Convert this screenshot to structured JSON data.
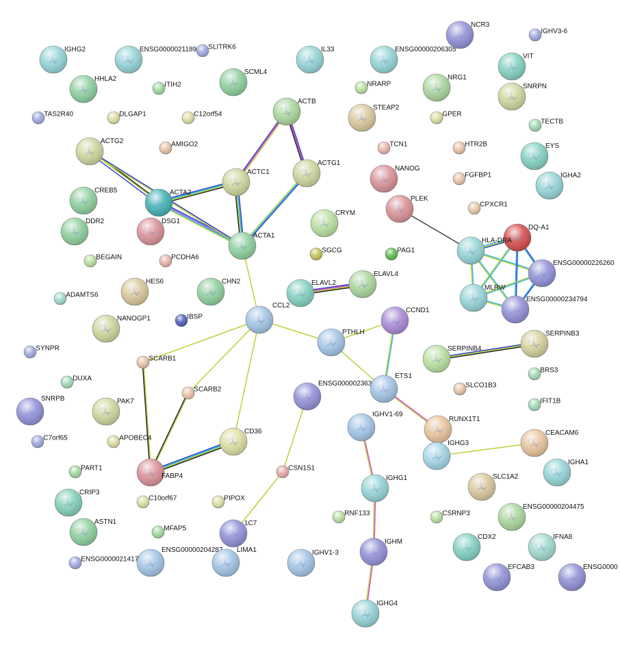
{
  "nodes": [
    {
      "id": "IGHG2",
      "color": "#92d3d6"
    },
    {
      "id": "ENSG00000211894",
      "color": "#92d3d6"
    },
    {
      "id": "SLITRK6",
      "color": "#9ea7e0"
    },
    {
      "id": "IL33",
      "color": "#92d3d6"
    },
    {
      "id": "ENSG00000206305",
      "color": "#92d3d6"
    },
    {
      "id": "NCR3",
      "color": "#8d8ed6"
    },
    {
      "id": "IGHV3-6",
      "color": "#9ea7e0"
    },
    {
      "id": "VIT",
      "color": "#7fd0c0"
    },
    {
      "id": "HHLA2",
      "color": "#8ccf9c"
    },
    {
      "id": "ITIH2",
      "color": "#9fd99c"
    },
    {
      "id": "SCML4",
      "color": "#8ccf9c"
    },
    {
      "id": "NRARP",
      "color": "#b9e0a0"
    },
    {
      "id": "NRG1",
      "color": "#a9d69c"
    },
    {
      "id": "SNRPN",
      "color": "#cdd59a"
    },
    {
      "id": "TAS2R40",
      "color": "#9ea7e0"
    },
    {
      "id": "DLGAP1",
      "color": "#dcdda0"
    },
    {
      "id": "C12orf54",
      "color": "#dcdda0"
    },
    {
      "id": "ACTB",
      "color": "#a9d69c"
    },
    {
      "id": "STEAP2",
      "color": "#d8c79a"
    },
    {
      "id": "GPER",
      "color": "#dcdda0"
    },
    {
      "id": "TECTB",
      "color": "#9fd9b6"
    },
    {
      "id": "ACTG2",
      "color": "#cdd59a"
    },
    {
      "id": "AMIGO2",
      "color": "#e8c2a6"
    },
    {
      "id": "TCN1",
      "color": "#e8b3a6"
    },
    {
      "id": "HTR2B",
      "color": "#e8c2a6"
    },
    {
      "id": "EYS",
      "color": "#7fd0c0"
    },
    {
      "id": "ACTC1",
      "color": "#cdd59a"
    },
    {
      "id": "ACTG1",
      "color": "#cdd59a"
    },
    {
      "id": "NANOG",
      "color": "#d98f94"
    },
    {
      "id": "FGFBP1",
      "color": "#e8c2a6"
    },
    {
      "id": "IGHA2",
      "color": "#92d3d6"
    },
    {
      "id": "CREB5",
      "color": "#8ccf9c"
    },
    {
      "id": "ACTA2",
      "color": "#3eb0b3"
    },
    {
      "id": "PLEK",
      "color": "#d98f94"
    },
    {
      "id": "CPXCR1",
      "color": "#e8c9a0"
    },
    {
      "id": "DDR2",
      "color": "#8ccf9c"
    },
    {
      "id": "DSG1",
      "color": "#d98f94"
    },
    {
      "id": "CRYM",
      "color": "#b9e0a0"
    },
    {
      "id": "DQ-A1",
      "color": "#d44848"
    },
    {
      "id": "HLA-DRA",
      "color": "#92d3d6"
    },
    {
      "id": "ACTA1",
      "color": "#8ccf9c"
    },
    {
      "id": "BEGAIN",
      "color": "#b9e0a0"
    },
    {
      "id": "PCDHA6",
      "color": "#e8b3a6"
    },
    {
      "id": "SGCG",
      "color": "#c7c05a"
    },
    {
      "id": "PAG1",
      "color": "#5ab84a"
    },
    {
      "id": "ENSG00000226260",
      "color": "#8d8ed6"
    },
    {
      "id": "ELAVL4",
      "color": "#a9d69c"
    },
    {
      "id": "HES6",
      "color": "#d8c79a"
    },
    {
      "id": "ELAVL2",
      "color": "#7fd0c0"
    },
    {
      "id": "MLRW",
      "color": "#92d3d6"
    },
    {
      "id": "ADAMTS6",
      "color": "#9fd9cc"
    },
    {
      "id": "CHN2",
      "color": "#8ccf9c"
    },
    {
      "id": "ENSG00000234794",
      "color": "#8d8ed6"
    },
    {
      "id": "CCL2",
      "color": "#a0c4e6"
    },
    {
      "id": "CCND1",
      "color": "#a888d6"
    },
    {
      "id": "IBSP",
      "color": "#4a5ab8"
    },
    {
      "id": "NANOGP1",
      "color": "#cdd59a"
    },
    {
      "id": "PTHLH",
      "color": "#a0c4e6"
    },
    {
      "id": "SERPINB3",
      "color": "#d4cf9a"
    },
    {
      "id": "SYNPR",
      "color": "#9ea7e0"
    },
    {
      "id": "SERPINB4",
      "color": "#b9e0a0"
    },
    {
      "id": "SCARB1",
      "color": "#e8c2a6"
    },
    {
      "id": "ENSG00000236315",
      "color": "#8d8ed6"
    },
    {
      "id": "ETS1",
      "color": "#a0c4e6"
    },
    {
      "id": "BRS3",
      "color": "#9fd9b6"
    },
    {
      "id": "DUXA",
      "color": "#9fd9b6"
    },
    {
      "id": "SCARB2",
      "color": "#e8c2a6"
    },
    {
      "id": "SLCO1B3",
      "color": "#e8c2a6"
    },
    {
      "id": "SNRPB",
      "color": "#8d8ed6"
    },
    {
      "id": "PAK7",
      "color": "#cdd59a"
    },
    {
      "id": "IFIT1B",
      "color": "#9fd9b6"
    },
    {
      "id": "C7orf65",
      "color": "#9ea7e0"
    },
    {
      "id": "IGHV1-69",
      "color": "#a0c4e6"
    },
    {
      "id": "RUNX1T1",
      "color": "#e8c29a"
    },
    {
      "id": "APOBEC4",
      "color": "#dcdda0"
    },
    {
      "id": "CD36",
      "color": "#dcdda0"
    },
    {
      "id": "CEACAM6",
      "color": "#e8c29a"
    },
    {
      "id": "FABP4",
      "color": "#d98f94"
    },
    {
      "id": "IGHG3",
      "color": "#a0d4e6"
    },
    {
      "id": "PART1",
      "color": "#9fd99c"
    },
    {
      "id": "CSN1S1",
      "color": "#e8a6a6"
    },
    {
      "id": "IGHA1",
      "color": "#92d3d6"
    },
    {
      "id": "SLC1A2",
      "color": "#d8c79a"
    },
    {
      "id": "C10orf67",
      "color": "#dcdda0"
    },
    {
      "id": "CRIP3",
      "color": "#7fd0b6"
    },
    {
      "id": "IGHG1",
      "color": "#92d3d6"
    },
    {
      "id": "PIPOX",
      "color": "#dcdda0"
    },
    {
      "id": "ENSG00000204475",
      "color": "#a9d69c"
    },
    {
      "id": "RNF133",
      "color": "#b9e0a0"
    },
    {
      "id": "CSRNP3",
      "color": "#b9e0a0"
    },
    {
      "id": "ASTN1",
      "color": "#8ccf9c"
    },
    {
      "id": "1C7",
      "color": "#8d8ed6"
    },
    {
      "id": "MFAP5",
      "color": "#9fd99c"
    },
    {
      "id": "CDX2",
      "color": "#7fd0c0"
    },
    {
      "id": "IGHM",
      "color": "#8d8ed6"
    },
    {
      "id": "IFNA8",
      "color": "#9fd9cc"
    },
    {
      "id": "ENSG00000214173",
      "color": "#9ea7e0"
    },
    {
      "id": "ENSG00000204287",
      "color": "#a0c4e6"
    },
    {
      "id": "LIMA1",
      "color": "#a0c4e6"
    },
    {
      "id": "IGHV1-3",
      "color": "#a0c4e6"
    },
    {
      "id": "EFCAB3",
      "color": "#8d8ed6"
    },
    {
      "id": "ENSG0000",
      "color": "#8d8ed6"
    },
    {
      "id": "IGHG4",
      "color": "#92d3d6"
    }
  ],
  "edges": [
    {
      "source": "ACTA2",
      "target": "ACTG2"
    },
    {
      "source": "ACTA2",
      "target": "ACTC1"
    },
    {
      "source": "ACTA2",
      "target": "ACTA1"
    },
    {
      "source": "ACTC1",
      "target": "ACTB"
    },
    {
      "source": "ACTC1",
      "target": "ACTA1"
    },
    {
      "source": "ACTB",
      "target": "ACTG1"
    },
    {
      "source": "ACTG1",
      "target": "ACTA1"
    },
    {
      "source": "ACTG2",
      "target": "ACTA1"
    },
    {
      "source": "ACTA1",
      "target": "CCL2"
    },
    {
      "source": "CCL2",
      "target": "SCARB1"
    },
    {
      "source": "CCL2",
      "target": "SCARB2"
    },
    {
      "source": "CCL2",
      "target": "CD36"
    },
    {
      "source": "CCL2",
      "target": "PTHLH"
    },
    {
      "source": "ELAVL2",
      "target": "ELAVL4"
    },
    {
      "source": "PTHLH",
      "target": "CCND1"
    },
    {
      "source": "PTHLH",
      "target": "ETS1"
    },
    {
      "source": "CCND1",
      "target": "ETS1"
    },
    {
      "source": "ETS1",
      "target": "RUNX1T1"
    },
    {
      "source": "SERPINB4",
      "target": "SERPINB3"
    },
    {
      "source": "SCARB1",
      "target": "FABP4"
    },
    {
      "source": "SCARB2",
      "target": "FABP4"
    },
    {
      "source": "FABP4",
      "target": "CD36"
    },
    {
      "source": "ENSG00000236315",
      "target": "CSN1S1"
    },
    {
      "source": "CSN1S1",
      "target": "1C7"
    },
    {
      "source": "IGHV1-69",
      "target": "IGHG1"
    },
    {
      "source": "IGHG1",
      "target": "IGHM"
    },
    {
      "source": "IGHM",
      "target": "IGHG4"
    },
    {
      "source": "IGHG3",
      "target": "CEACAM6"
    },
    {
      "source": "PLEK",
      "target": "HLA-DRA"
    },
    {
      "source": "HLA-DRA",
      "target": "DQ-A1"
    },
    {
      "source": "HLA-DRA",
      "target": "ENSG00000226260"
    },
    {
      "source": "HLA-DRA",
      "target": "MLRW"
    },
    {
      "source": "HLA-DRA",
      "target": "ENSG00000234794"
    },
    {
      "source": "DQ-A1",
      "target": "ENSG00000226260"
    },
    {
      "source": "DQ-A1",
      "target": "MLRW"
    },
    {
      "source": "DQ-A1",
      "target": "ENSG00000234794"
    },
    {
      "source": "ENSG00000226260",
      "target": "MLRW"
    },
    {
      "source": "ENSG00000226260",
      "target": "ENSG00000234794"
    },
    {
      "source": "MLRW",
      "target": "ENSG00000234794"
    }
  ]
}
